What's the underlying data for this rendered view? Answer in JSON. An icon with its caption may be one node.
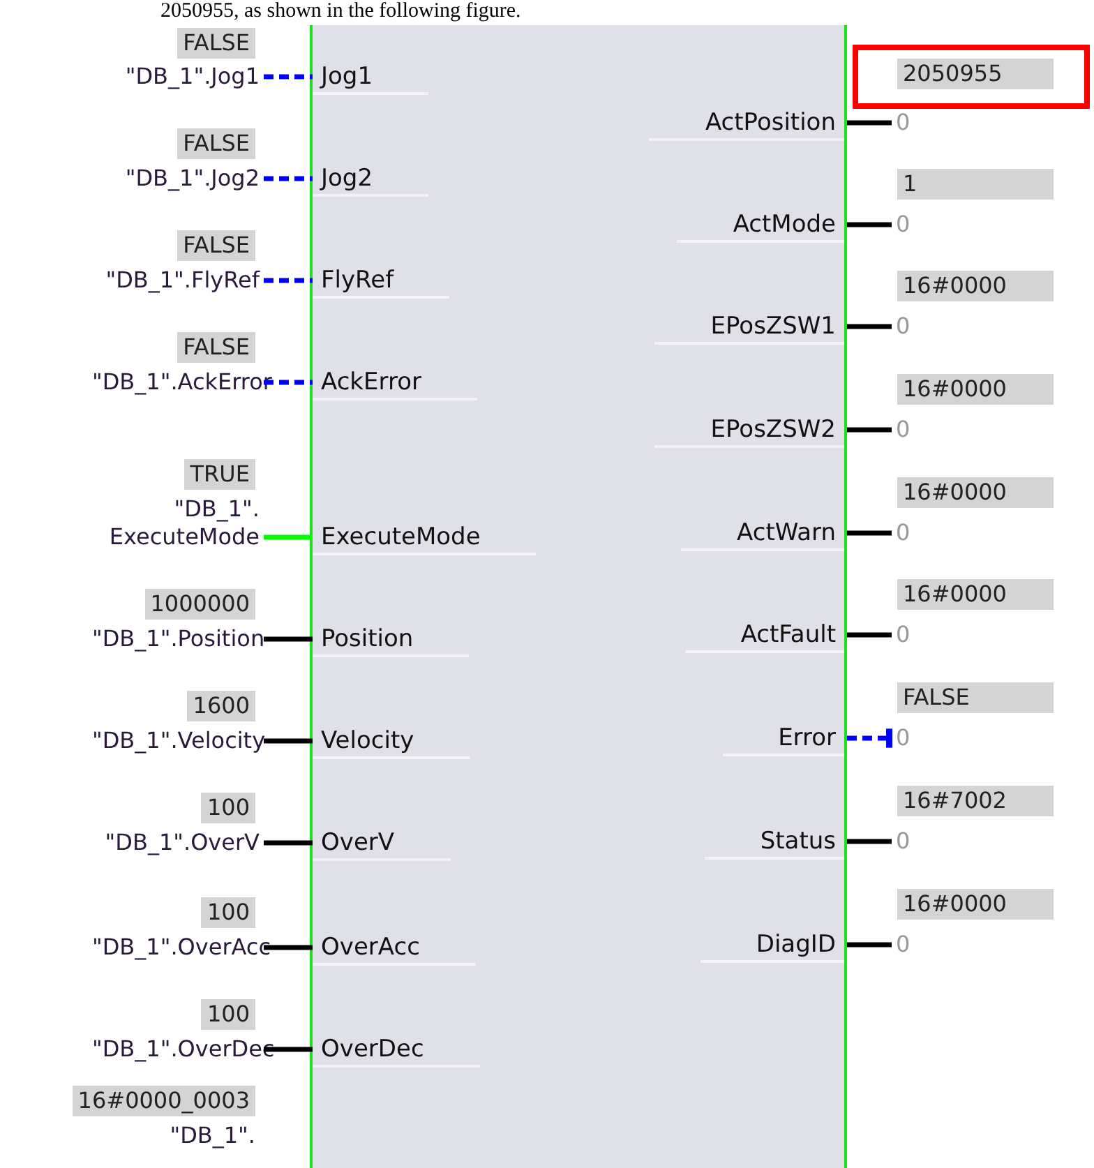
{
  "diagram": {
    "nodes": [
      {
        "text": [],
        "shape": "box"
      },
      {
        "text": [
          "Jog1"
        ],
        "in": 0
      },
      {
        "text": [
          "Jog2"
        ],
        "in": 0
      },
      {
        "text": [
          "FlyRef"
        ],
        "in": 0
      },
      {
        "text": [
          "AckError"
        ],
        "in": 0
      },
      {
        "text": [
          "ExecuteMode"
        ],
        "in": 0
      },
      {
        "text": [
          "Position"
        ],
        "in": 0
      },
      {
        "text": [
          "Velocity"
        ],
        "in": 0
      },
      {
        "text": [
          "OverV"
        ],
        "in": 0
      },
      {
        "text": [
          "OverAcc"
        ],
        "in": 0
      },
      {
        "text": [
          "OverDec"
        ],
        "in": 0
      },
      {
        "text": [
          "ActPosition"
        ],
        "in": 0
      },
      {
        "text": [
          "ActMode"
        ],
        "in": 0
      },
      {
        "text": [
          "EPosZSW1"
        ],
        "in": 0
      },
      {
        "text": [
          "EPosZSW2"
        ],
        "in": 0
      },
      {
        "text": [
          "ActWarn"
        ],
        "in": 0
      },
      {
        "text": [
          "ActFault"
        ],
        "in": 0
      },
      {
        "text": [
          "Error"
        ],
        "in": 0
      },
      {
        "text": [
          "Status"
        ],
        "in": 0
      },
      {
        "text": [
          "DiagID"
        ],
        "in": 0
      },
      {
        "text": [
          "\"DB_1\".Jog1"
        ]
      },
      {
        "text": [
          "\"DB_1\".Jog2"
        ],
        "beside": [
          "FALSE"
        ]
      },
      {
        "text": [
          "\"DB_1\".FlyRef"
        ],
        "beside": [
          "FALSE"
        ]
      },
      {
        "text": [
          "\"DB_1\".AckError"
        ],
        "beside": [
          "FALSE"
        ]
      },
      {
        "text": [
          "\"DB_1\". ExecuteMode"
        ],
        "beside": [
          "TRUE"
        ]
      },
      {
        "text": [
          "\"DB_1\".Position"
        ],
        "beside": [
          "1000000"
        ]
      },
      {
        "text": [
          "\"DB_1\".Velocity"
        ],
        "beside": [
          "1600"
        ]
      },
      {
        "text": [
          "\"DB_1\".OverV"
        ],
        "beside": [
          "100"
        ]
      },
      {
        "text": [
          "\"DB_1\".OverAcc"
        ],
        "beside": [
          "100"
        ]
      },
      {
        "text": [
          "\"DB_1\".OverDec"
        ],
        "beside": [
          "100"
        ]
      },
      {
        "text": [
          "0"
        ]
      },
      {
        "text": [
          "0"
        ],
        "beside": [
          "1"
        ]
      },
      {
        "text": [
          "0"
        ],
        "beside": [
          "16#0000"
        ]
      },
      {
        "text": [
          "0"
        ],
        "beside": [
          "16#0000"
        ]
      },
      {
        "text": [
          "0"
        ],
        "beside": [
          "16#0000"
        ]
      },
      {
        "text": [
          "0"
        ],
        "beside": [
          "16#0000"
        ]
      },
      {
        "text": [
          "0"
        ],
        "beside": [
          "FALSE"
        ]
      },
      {
        "text": [
          "0"
        ],
        "beside": [
          "16#7002"
        ]
      },
      {
        "text": [
          "0"
        ],
        "beside": [
          "16#0000"
        ]
      },
      {
        "text": [
          "2050955"
        ]
      }
    ],
    "edges": [
      {
        "from": 20,
        "to": 1,
        "arrow": "none",
        "style": "dashed",
        "color": "#0000ff"
      },
      {
        "from": 21,
        "to": 2,
        "arrow": "none",
        "style": "dashed",
        "color": "#0000ff"
      },
      {
        "from": 22,
        "to": 3,
        "arrow": "none",
        "style": "dashed",
        "color": "#0000ff"
      },
      {
        "from": 23,
        "to": 4,
        "arrow": "none",
        "style": "dashed",
        "color": "#0000ff"
      },
      {
        "from": 24,
        "to": 5,
        "arrow": "none",
        "color": "#00ff00"
      },
      {
        "from": 25,
        "to": 6,
        "arrow": "none"
      },
      {
        "from": 26,
        "to": 7,
        "arrow": "none"
      },
      {
        "from": 27,
        "to": 8,
        "arrow": "none"
      },
      {
        "from": 28,
        "to": 9,
        "arrow": "none"
      },
      {
        "from": 29,
        "to": 10,
        "arrow": "none"
      },
      {
        "from": 11,
        "to": 30,
        "arrow": "none"
      },
      {
        "from": 12,
        "to": 31,
        "arrow": "none"
      },
      {
        "from": 13,
        "to": 32,
        "arrow": "none"
      },
      {
        "from": 14,
        "to": 33,
        "arrow": "none"
      },
      {
        "from": 15,
        "to": 34,
        "arrow": "none"
      },
      {
        "from": 16,
        "to": 35,
        "arrow": "none"
      },
      {
        "from": 17,
        "to": 36,
        "arrow": "other",
        "style": "dashed",
        "color": "#0000ff"
      },
      {
        "from": 18,
        "to": 37,
        "arrow": "none"
      },
      {
        "from": 19,
        "to": 38,
        "arrow": "none"
      }
    ],
    "labels": [
      "2050955, as shown in the following figure.",
      "FALSE",
      "16#0000_0003",
      "\"DB_1\"."
    ]
  }
}
